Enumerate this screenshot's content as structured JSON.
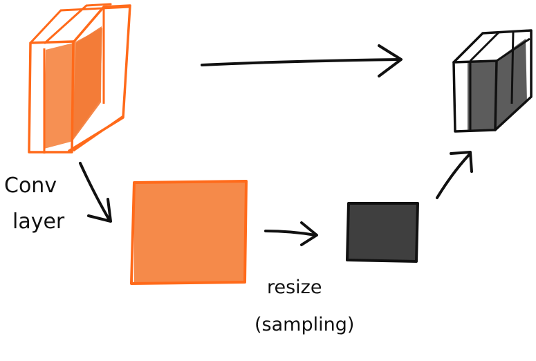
{
  "labels": {
    "conv_line1": "Conv",
    "conv_line2": "layer",
    "resize_line1": "resize",
    "resize_line2": "(sampling)"
  },
  "colors": {
    "orange": "#ff6a1a",
    "orange_fill": "#f58a4a",
    "ink": "#111111",
    "gray_fill": "#3f3f3f"
  }
}
